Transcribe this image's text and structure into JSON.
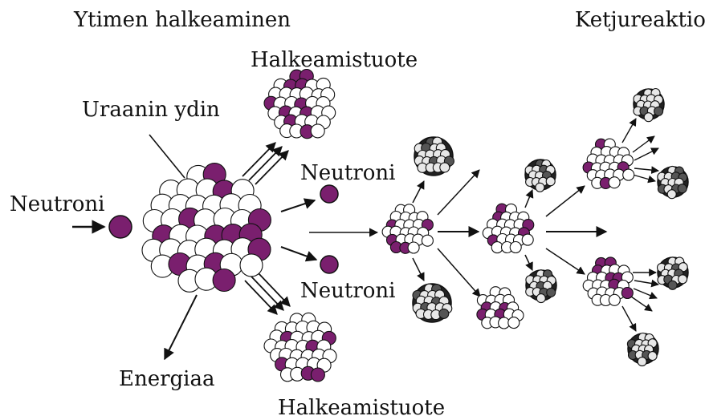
{
  "labels": {
    "title_fission": "Ytimen halkeaminen",
    "title_chain": "Ketjureaktio",
    "fission_product_top": "Halkeamistuote",
    "fission_product_bottom": "Halkeamistuote",
    "uranium_nucleus": "Uraanin ydin",
    "neutron_incoming": "Neutroni",
    "neutron_out_top": "Neutroni",
    "neutron_out_bottom": "Neutroni",
    "energy": "Energiaa"
  },
  "colors": {
    "proton": "#7a1f6e",
    "neutron": "#ffffff",
    "outline": "#111111",
    "dark_nucleus": "#222222"
  }
}
